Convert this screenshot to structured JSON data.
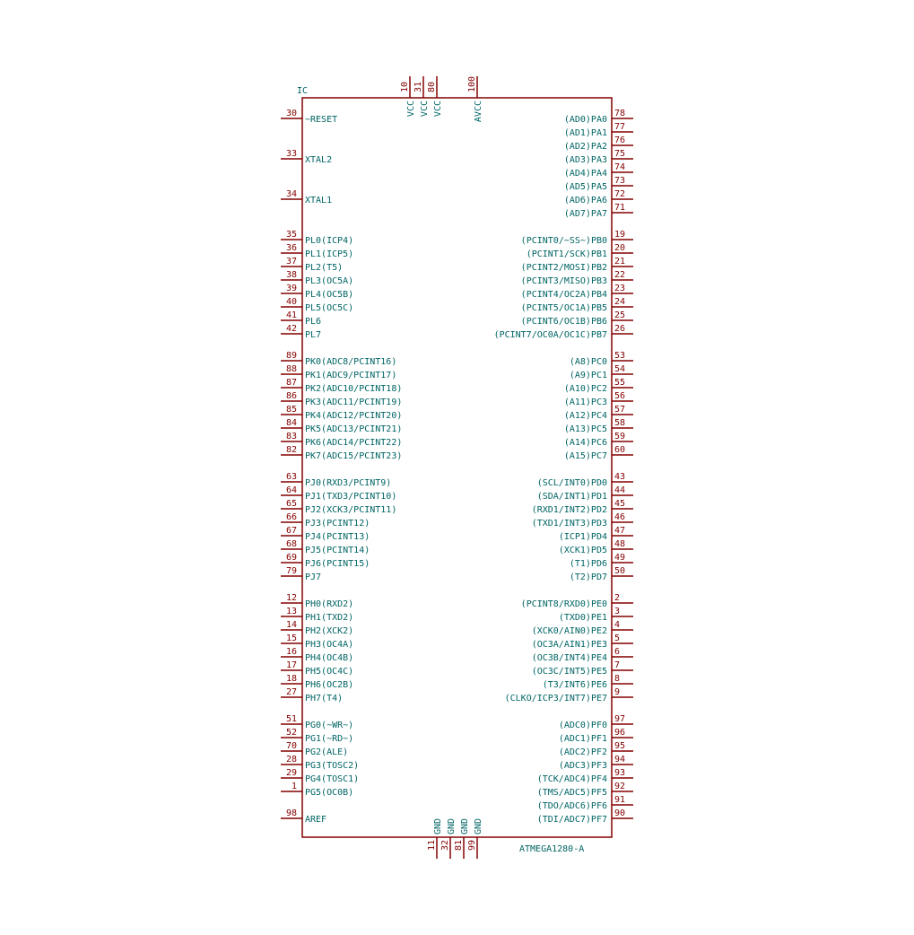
{
  "colors": {
    "body": "#840000",
    "pin": "#840000",
    "label": "#006464",
    "number": "#840000",
    "background": "#ffffff"
  },
  "component": {
    "reference": "IC",
    "value": "ATMEGA1280-A",
    "left_pins": [
      {
        "num": "30",
        "name": "~RESET"
      },
      {
        "num": "33",
        "name": "XTAL2"
      },
      {
        "num": "34",
        "name": "XTAL1"
      },
      {
        "num": "35",
        "name": "PL0(ICP4)"
      },
      {
        "num": "36",
        "name": "PL1(ICP5)"
      },
      {
        "num": "37",
        "name": "PL2(T5)"
      },
      {
        "num": "38",
        "name": "PL3(OC5A)"
      },
      {
        "num": "39",
        "name": "PL4(OC5B)"
      },
      {
        "num": "40",
        "name": "PL5(OC5C)"
      },
      {
        "num": "41",
        "name": "PL6"
      },
      {
        "num": "42",
        "name": "PL7"
      },
      {
        "num": "89",
        "name": "PK0(ADC8/PCINT16)"
      },
      {
        "num": "88",
        "name": "PK1(ADC9/PCINT17)"
      },
      {
        "num": "87",
        "name": "PK2(ADC10/PCINT18)"
      },
      {
        "num": "86",
        "name": "PK3(ADC11/PCINT19)"
      },
      {
        "num": "85",
        "name": "PK4(ADC12/PCINT20)"
      },
      {
        "num": "84",
        "name": "PK5(ADC13/PCINT21)"
      },
      {
        "num": "83",
        "name": "PK6(ADC14/PCINT22)"
      },
      {
        "num": "82",
        "name": "PK7(ADC15/PCINT23)"
      },
      {
        "num": "63",
        "name": "PJ0(RXD3/PCINT9)"
      },
      {
        "num": "64",
        "name": "PJ1(TXD3/PCINT10)"
      },
      {
        "num": "65",
        "name": "PJ2(XCK3/PCINT11)"
      },
      {
        "num": "66",
        "name": "PJ3(PCINT12)"
      },
      {
        "num": "67",
        "name": "PJ4(PCINT13)"
      },
      {
        "num": "68",
        "name": "PJ5(PCINT14)"
      },
      {
        "num": "69",
        "name": "PJ6(PCINT15)"
      },
      {
        "num": "79",
        "name": "PJ7"
      },
      {
        "num": "12",
        "name": "PH0(RXD2)"
      },
      {
        "num": "13",
        "name": "PH1(TXD2)"
      },
      {
        "num": "14",
        "name": "PH2(XCK2)"
      },
      {
        "num": "15",
        "name": "PH3(OC4A)"
      },
      {
        "num": "16",
        "name": "PH4(OC4B)"
      },
      {
        "num": "17",
        "name": "PH5(OC4C)"
      },
      {
        "num": "18",
        "name": "PH6(OC2B)"
      },
      {
        "num": "27",
        "name": "PH7(T4)"
      },
      {
        "num": "51",
        "name": "PG0(~WR~)"
      },
      {
        "num": "52",
        "name": "PG1(~RD~)"
      },
      {
        "num": "70",
        "name": "PG2(ALE)"
      },
      {
        "num": "28",
        "name": "PG3(TOSC2)"
      },
      {
        "num": "29",
        "name": "PG4(TOSC1)"
      },
      {
        "num": "1",
        "name": "PG5(OC0B)"
      },
      {
        "num": "98",
        "name": "AREF"
      }
    ],
    "right_pins": [
      {
        "num": "78",
        "name": "(AD0)PA0"
      },
      {
        "num": "77",
        "name": "(AD1)PA1"
      },
      {
        "num": "76",
        "name": "(AD2)PA2"
      },
      {
        "num": "75",
        "name": "(AD3)PA3"
      },
      {
        "num": "74",
        "name": "(AD4)PA4"
      },
      {
        "num": "73",
        "name": "(AD5)PA5"
      },
      {
        "num": "72",
        "name": "(AD6)PA6"
      },
      {
        "num": "71",
        "name": "(AD7)PA7"
      },
      {
        "num": "19",
        "name": "(PCINT0/~SS~)PB0"
      },
      {
        "num": "20",
        "name": "(PCINT1/SCK)PB1"
      },
      {
        "num": "21",
        "name": "(PCINT2/MOSI)PB2"
      },
      {
        "num": "22",
        "name": "(PCINT3/MISO)PB3"
      },
      {
        "num": "23",
        "name": "(PCINT4/OC2A)PB4"
      },
      {
        "num": "24",
        "name": "(PCINT5/OC1A)PB5"
      },
      {
        "num": "25",
        "name": "(PCINT6/OC1B)PB6"
      },
      {
        "num": "26",
        "name": "(PCINT7/OC0A/OC1C)PB7"
      },
      {
        "num": "53",
        "name": "(A8)PC0"
      },
      {
        "num": "54",
        "name": "(A9)PC1"
      },
      {
        "num": "55",
        "name": "(A10)PC2"
      },
      {
        "num": "56",
        "name": "(A11)PC3"
      },
      {
        "num": "57",
        "name": "(A12)PC4"
      },
      {
        "num": "58",
        "name": "(A13)PC5"
      },
      {
        "num": "59",
        "name": "(A14)PC6"
      },
      {
        "num": "60",
        "name": "(A15)PC7"
      },
      {
        "num": "43",
        "name": "(SCL/INT0)PD0"
      },
      {
        "num": "44",
        "name": "(SDA/INT1)PD1"
      },
      {
        "num": "45",
        "name": "(RXD1/INT2)PD2"
      },
      {
        "num": "46",
        "name": "(TXD1/INT3)PD3"
      },
      {
        "num": "47",
        "name": "(ICP1)PD4"
      },
      {
        "num": "48",
        "name": "(XCK1)PD5"
      },
      {
        "num": "49",
        "name": "(T1)PD6"
      },
      {
        "num": "50",
        "name": "(T2)PD7"
      },
      {
        "num": "2",
        "name": "(PCINT8/RXD0)PE0"
      },
      {
        "num": "3",
        "name": "(TXD0)PE1"
      },
      {
        "num": "4",
        "name": "(XCK0/AIN0)PE2"
      },
      {
        "num": "5",
        "name": "(OC3A/AIN1)PE3"
      },
      {
        "num": "6",
        "name": "(OC3B/INT4)PE4"
      },
      {
        "num": "7",
        "name": "(OC3C/INT5)PE5"
      },
      {
        "num": "8",
        "name": "(T3/INT6)PE6"
      },
      {
        "num": "9",
        "name": "(CLKO/ICP3/INT7)PE7"
      },
      {
        "num": "97",
        "name": "(ADC0)PF0"
      },
      {
        "num": "96",
        "name": "(ADC1)PF1"
      },
      {
        "num": "95",
        "name": "(ADC2)PF2"
      },
      {
        "num": "94",
        "name": "(ADC3)PF3"
      },
      {
        "num": "93",
        "name": "(TCK/ADC4)PF4"
      },
      {
        "num": "92",
        "name": "(TMS/ADC5)PF5"
      },
      {
        "num": "91",
        "name": "(TDO/ADC6)PF6"
      },
      {
        "num": "90",
        "name": "(TDI/ADC7)PF7"
      }
    ],
    "top_pins": [
      {
        "num": "10",
        "name": "VCC"
      },
      {
        "num": "31",
        "name": "VCC"
      },
      {
        "num": "80",
        "name": "VCC"
      },
      {
        "num": "100",
        "name": "AVCC"
      }
    ],
    "bottom_pins": [
      {
        "num": "11",
        "name": "GND"
      },
      {
        "num": "32",
        "name": "GND"
      },
      {
        "num": "81",
        "name": "GND"
      },
      {
        "num": "99",
        "name": "GND"
      }
    ]
  }
}
